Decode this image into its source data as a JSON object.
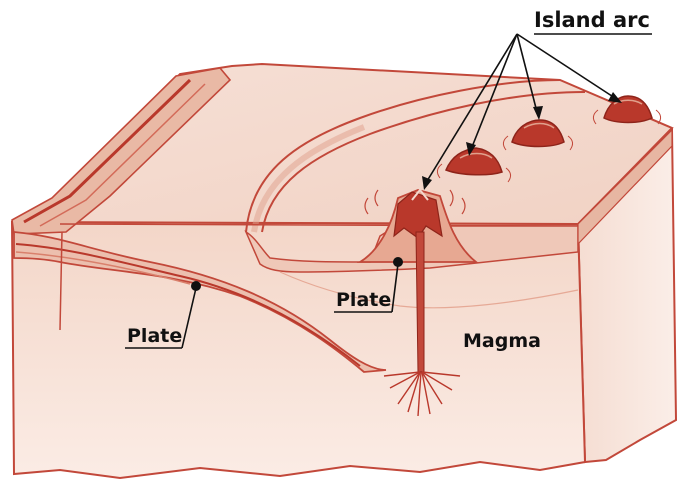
{
  "labels": {
    "island_arc": "Island arc",
    "plate_left": "Plate",
    "plate_right": "Plate",
    "magma": "Magma"
  },
  "colors": {
    "line": "#c2483a",
    "fill_light": "#f3d8cc",
    "fill_mid": "#e6b09c",
    "fill_dark": "#b9382b",
    "ink": "#111111"
  }
}
